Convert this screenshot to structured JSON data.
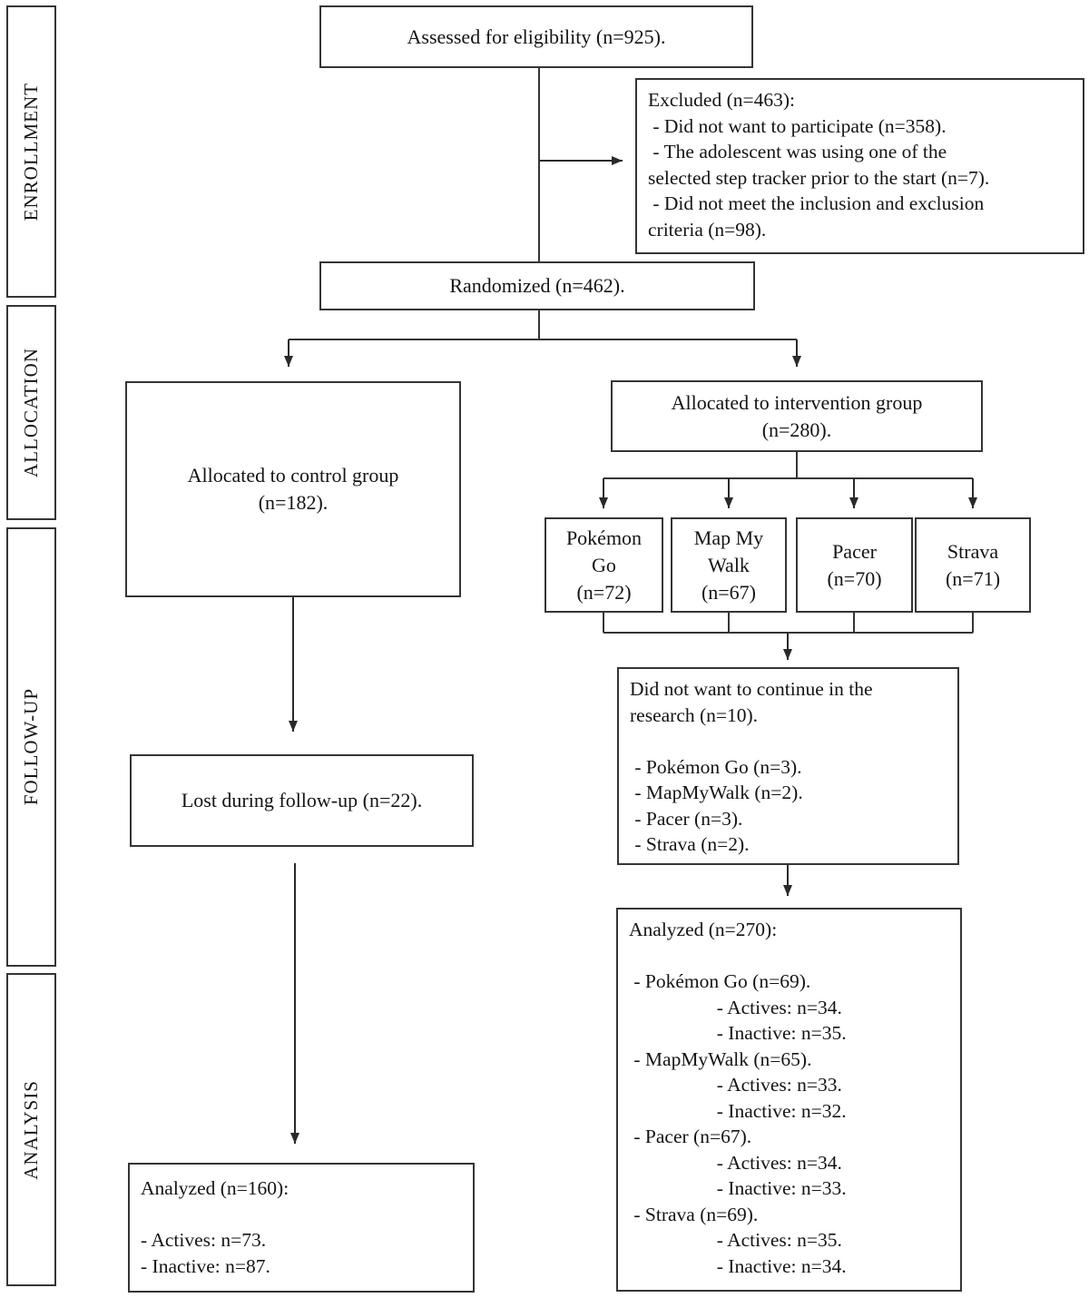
{
  "sidebar": {
    "stages": [
      {
        "label": "ENROLLMENT"
      },
      {
        "label": "ALLOCATION"
      },
      {
        "label": "FOLLOW-UP"
      },
      {
        "label": "ANALYSIS"
      }
    ]
  },
  "flow": {
    "assessed": {
      "text": "Assessed for eligibility (n=925)."
    },
    "excluded": {
      "lines": [
        "Excluded (n=463):",
        " - Did not want to participate (n=358).",
        " - The adolescent was using one of the",
        "selected step tracker prior to the start (n=7).",
        " - Did not meet the inclusion and exclusion",
        "criteria (n=98)."
      ]
    },
    "randomized": {
      "text": "Randomized (n=462)."
    },
    "control": {
      "lines": [
        "Allocated to control group",
        "(n=182)."
      ]
    },
    "intervention": {
      "lines": [
        "Allocated to intervention group",
        "(n=280)."
      ]
    },
    "apps": [
      {
        "name": "Pokémon Go",
        "lines": [
          "Pokémon",
          "Go",
          "(n=72)"
        ]
      },
      {
        "name": "Map My Walk",
        "lines": [
          "Map My",
          "Walk",
          "(n=67)"
        ]
      },
      {
        "name": "Pacer",
        "lines": [
          "Pacer",
          "(n=70)"
        ]
      },
      {
        "name": "Strava",
        "lines": [
          "Strava",
          "(n=71)"
        ]
      }
    ],
    "discontinued": {
      "lines": [
        "Did not want to continue in the",
        "research (n=10).",
        "",
        " - Pokémon Go (n=3).",
        " - MapMyWalk (n=2).",
        " - Pacer (n=3).",
        " - Strava (n=2)."
      ]
    },
    "lost_followup": {
      "text": "Lost during follow-up (n=22)."
    },
    "analyzed_control": {
      "lines": [
        "Analyzed (n=160):",
        "",
        "- Actives: n=73.",
        "- Inactive: n=87."
      ]
    },
    "analyzed_intervention": {
      "lines": [
        "Analyzed (n=270):",
        "",
        " - Pokémon Go (n=69).",
        "                  - Actives: n=34.",
        "                  - Inactive: n=35.",
        " - MapMyWalk (n=65).",
        "                  - Actives: n=33.",
        "                  - Inactive: n=32.",
        " - Pacer (n=67).",
        "                  - Actives: n=34.",
        "                  - Inactive: n=33.",
        " - Strava (n=69).",
        "                  - Actives: n=35.",
        "                  - Inactive: n=34."
      ]
    }
  },
  "colors": {
    "line": "#353535",
    "text": "#141414",
    "background": "#ffffff"
  }
}
